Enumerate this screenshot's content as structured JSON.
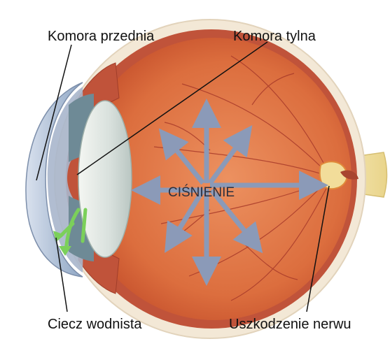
{
  "labels": {
    "anterior_chamber": "Komora przednia",
    "posterior_chamber": "Komora tylna",
    "aqueous_humor": "Ciecz wodnista",
    "nerve_damage": "Uszkodzenie nerwu",
    "pressure": "CIŚNIENIE"
  },
  "colors": {
    "sclera": "#f3e8d6",
    "choroid": "#c0533a",
    "retina_interior": "#e07a45",
    "vessel": "#a83a2a",
    "cornea": "#b8c4d8",
    "iris": "#6e8a96",
    "lens": "#dde4df",
    "arrow": "#8b9ab8",
    "aqueous_flow": "#7bd05a",
    "optic_nerve": "#f2e3a8"
  }
}
